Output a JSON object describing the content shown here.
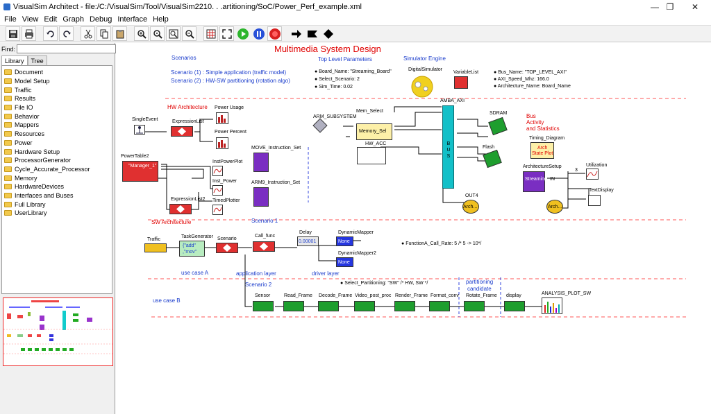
{
  "window": {
    "title": "VisualSim Architect - file:/C:/VisualSim/Tool/VisualSim2210. . .artitioning/SoC/Power_Perf_example.xml",
    "controls": [
      "—",
      "❐",
      "✕"
    ]
  },
  "menu": [
    "File",
    "View",
    "Edit",
    "Graph",
    "Debug",
    "Interface",
    "Help"
  ],
  "left_panel": {
    "find_label": "Find:",
    "find_value": "",
    "tabs": [
      "Library",
      "Tree"
    ],
    "library_items": [
      "Document",
      "Model Setup",
      "Traffic",
      "Results",
      "File IO",
      "Behavior",
      "Mappers",
      "Resources",
      "Power",
      "Hardware Setup",
      "ProcessorGenerator",
      "Cycle_Accurate_Processor",
      "Memory",
      "HardwareDevices",
      "Interfaces and Buses",
      "Full Library",
      "UserLibrary"
    ]
  },
  "canvas": {
    "title": "Multimedia System Design",
    "scenarios_heading": "Scenarios",
    "scenario1": "Scenario (1) :  Simple application (traffic model)",
    "scenario2": "Scenario (2) :  HW-SW partitioning (rotation algo)",
    "top_params_heading": "Top Level Parameters",
    "param1": "Board_Name: \"Streaming_Board\"",
    "param2": "Select_Scenario: 2",
    "param3": "Sim_Time: 0.02",
    "sim_engine_heading": "Simulator Engine",
    "digital_simulator": "DigitalSimulator",
    "variable_list": "VariableList",
    "bus_param1": "Bus_Name: \"TOP_LEVEL_AXI\"",
    "bus_param2": "AXI_Speed_Mhz: 166.0",
    "bus_param3": "Architecture_Name: Board_Name",
    "hw_arch": "HW Architecture",
    "sw_arch": "SW Architecture",
    "single_event": "SingleEvent",
    "expression_list": "ExpressionList",
    "expression_list2": "ExpressionList2",
    "power_usage": "Power Usage",
    "power_percent": "Power Percent",
    "power_table2": "PowerTable2",
    "manager_label": "\"Manager_1\"",
    "inst_power_plot": "InstPowerPlot",
    "inst_power": "Inst_Power",
    "timed_plotter": "TimedPlotter",
    "move_iset": "MOVE_Instruction_Set",
    "arm9_iset": "ARM9_Instruction_Set",
    "scenario_1_label": "Scenario 1",
    "arm_subsystem": "ARM_SUBSYSTEM",
    "mem_select": "Mem_Select",
    "memory_sel": "Memory_Sel",
    "hw_acc": "HW_ACC",
    "amba_axi": "AMBA_AXI",
    "bus_vertical": "B U S",
    "sdram": "SDRAM",
    "flash": "Flash",
    "out4": "OUT4",
    "arch_short": "Arch...",
    "bus_activity_1": "Bus",
    "bus_activity_2": "Activity",
    "bus_activity_3": "and Statistics",
    "timing_diagram": "Timing_Diagram",
    "arch_state_1": "Arch",
    "arch_state_2": "State Plot",
    "architecture_setup": "ArchitectureSetup",
    "streaming": "Streaming",
    "utilization": "Utilization",
    "num_3": "3",
    "in_label": "IN",
    "text_display": "TextDisplay",
    "traffic": "Traffic",
    "task_generator": "TaskGenerator",
    "task_add": "{\"add\"",
    "task_mov": ",\"mov\"",
    "scenario": "Scenario",
    "call_func": "Call_func",
    "delay": "Delay",
    "delay_val": "0.00001",
    "dynamic_mapper": "DynamicMapper",
    "dynamic_mapper2": "DynamicMapper2",
    "none_label": "None",
    "function_rate": "FunctionA_Call_Rate: 5  /* 5 -> 10*/",
    "use_case_a": "use case A",
    "application_layer": "application layer",
    "driver_layer": "driver layer",
    "scenario_2_label": "Scenario 2",
    "select_partitioning": "Select_Partitioning: \"SW\" /*  HW, SW */",
    "partitioning_candidate_1": "partitioning",
    "partitioning_candidate_2": "candidate",
    "use_case_b": "use case B",
    "pipeline": [
      "Sensor",
      "Read_Frame",
      "Decode_Frame",
      "Video_post_proc",
      "Render_Frame",
      "Format_conv",
      "Rotate_Frame",
      "display"
    ],
    "analysis_plot": "ANALYSIS_PLOT_SW"
  },
  "colors": {
    "title_red": "#e00000",
    "label_blue": "#1a3ccc",
    "bus_cyan": "#13c0c8",
    "block_red": "#e03030",
    "block_green": "#1e9e2e",
    "block_purple": "#7a2ec2"
  }
}
